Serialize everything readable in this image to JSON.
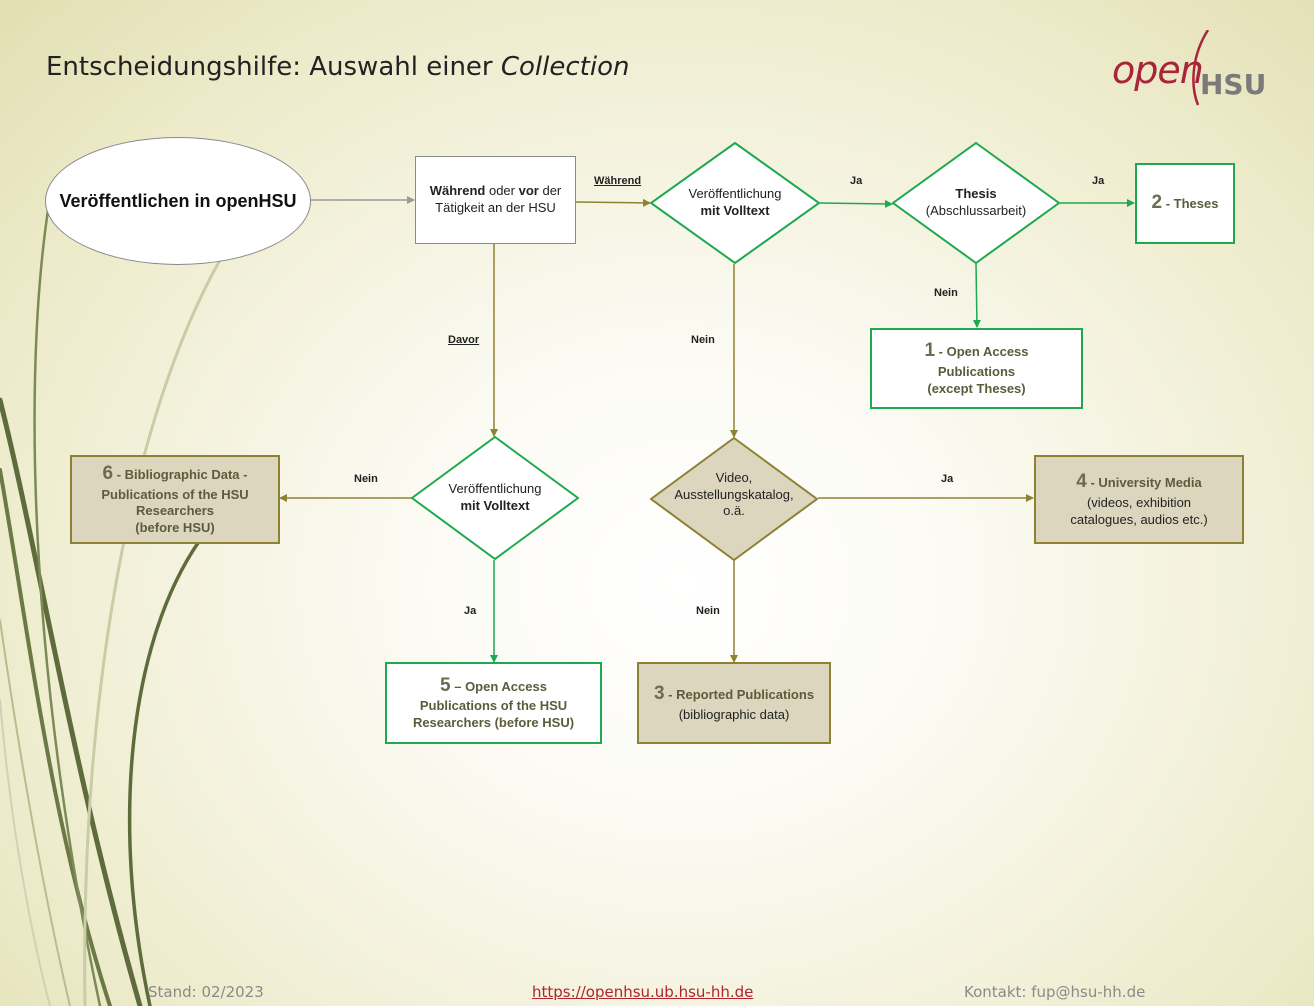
{
  "title": {
    "main": "Entscheidungshilfe: Auswahl einer",
    "italic": "Collection"
  },
  "logo": {
    "open": "open",
    "hsu": "HSU"
  },
  "start": "Veröffentlichen in openHSU",
  "node_time": {
    "bold1": "Während",
    "mid": " oder ",
    "bold2": "vor",
    "rest": "der Tätigkeit an der HSU"
  },
  "diamond_fulltext_1": {
    "line1": "Veröffentlichung",
    "line2": "mit Volltext"
  },
  "diamond_thesis": {
    "line1": "Thesis",
    "line2": "(Abschlussarbeit)"
  },
  "diamond_fulltext_2": {
    "line1": "Veröffentlichung",
    "line2": "mit Volltext"
  },
  "diamond_media": {
    "line1": "Video,",
    "line2": "Ausstellungskatalog,",
    "line3": "o.ä."
  },
  "box_theses": {
    "num": "2",
    "text": " - Theses"
  },
  "box_oa": {
    "num": "1",
    "text": " - Open Access",
    "line2": "Publications",
    "line3": "(except Theses)"
  },
  "box_bib": {
    "num": "6",
    "text": " - Bibliographic Data -",
    "line2": "Publications of the HSU",
    "line3": "Researchers",
    "line4": "(before HSU)"
  },
  "box_univ": {
    "num": "4",
    "text": " - University Media",
    "line2": "(videos, exhibition",
    "line3": "catalogues, audios etc.)"
  },
  "box_oa_before": {
    "num": "5",
    "text": " – Open Access",
    "line2": "Publications of the HSU",
    "line3": "Researchers (before HSU)"
  },
  "box_reported": {
    "num": "3",
    "text": " - Reported Publications",
    "line2": "(bibliographic data)"
  },
  "labels": {
    "waehrend": "Während",
    "davor": "Davor",
    "ja_1": "Ja",
    "ja_2": "Ja",
    "nein_thesis": "Nein",
    "nein_ft1": "Nein",
    "nein_ft2": "Nein",
    "ja_ft2": "Ja",
    "ja_media": "Ja",
    "nein_media": "Nein"
  },
  "footer": {
    "stand": "Stand: 02/2023",
    "url": "https://openhsu.ub.hsu-hh.de",
    "kontakt": "Kontakt: fup@hsu-hh.de"
  },
  "colors": {
    "green": "#1ea94f",
    "olive": "#8d8233",
    "olive_fill": "#dcd6be",
    "gray": "#8a8a8a",
    "brand_red": "#a8243b"
  }
}
